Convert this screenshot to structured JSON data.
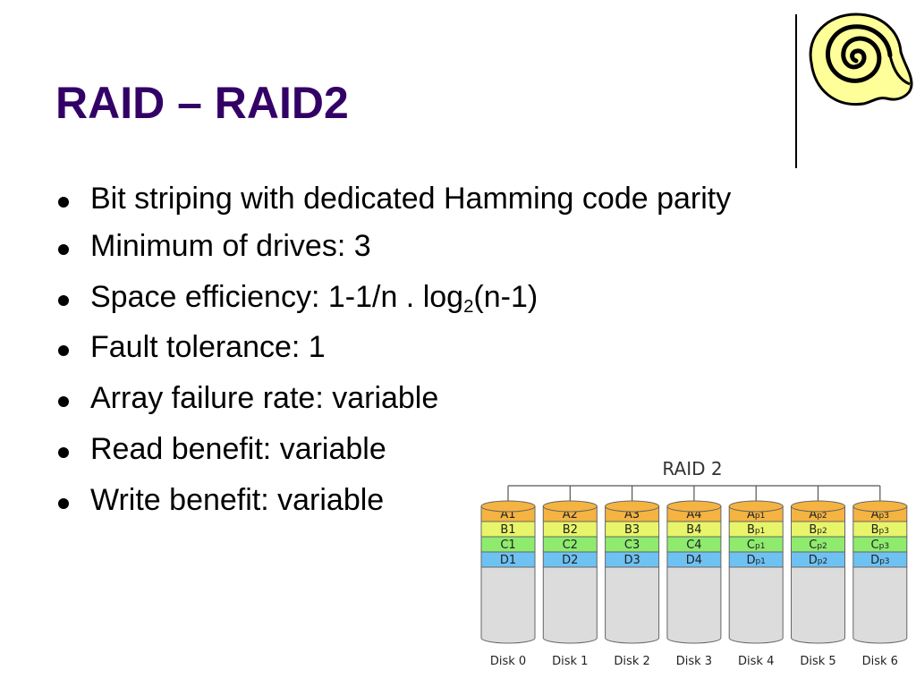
{
  "slide": {
    "title": "RAID – RAID2",
    "bullets": [
      {
        "text": "Bit striping with dedicated Hamming code parity"
      },
      {
        "text": "Minimum of drives: 3"
      },
      {
        "pre": "Space efficiency: 1-1/n . log",
        "sub": "2",
        "post": "(n-1)"
      },
      {
        "text": "Fault tolerance: 1"
      },
      {
        "text": "Array failure rate: variable"
      },
      {
        "text": "Read benefit: variable"
      },
      {
        "text": "Write benefit: variable"
      }
    ]
  },
  "logo": {
    "icon": "spiral-shell-icon",
    "fill": "#FFFF99",
    "stroke": "#000000"
  },
  "diagram": {
    "title": "RAID 2",
    "colors": {
      "A": "#F5B341",
      "B": "#E8F56A",
      "C": "#8EEB6E",
      "D": "#6EC2F2",
      "body": "#DCDCDC",
      "top": "#F5B341"
    },
    "disks": [
      {
        "label": "Disk 0",
        "blocks": [
          {
            "main": "A1"
          },
          {
            "main": "B1"
          },
          {
            "main": "C1"
          },
          {
            "main": "D1"
          }
        ]
      },
      {
        "label": "Disk 1",
        "blocks": [
          {
            "main": "A2"
          },
          {
            "main": "B2"
          },
          {
            "main": "C2"
          },
          {
            "main": "D2"
          }
        ]
      },
      {
        "label": "Disk 2",
        "blocks": [
          {
            "main": "A3"
          },
          {
            "main": "B3"
          },
          {
            "main": "C3"
          },
          {
            "main": "D3"
          }
        ]
      },
      {
        "label": "Disk 3",
        "blocks": [
          {
            "main": "A4"
          },
          {
            "main": "B4"
          },
          {
            "main": "C4"
          },
          {
            "main": "D4"
          }
        ]
      },
      {
        "label": "Disk 4",
        "blocks": [
          {
            "main": "A",
            "sub": "p1"
          },
          {
            "main": "B",
            "sub": "p1"
          },
          {
            "main": "C",
            "sub": "p1"
          },
          {
            "main": "D",
            "sub": "p1"
          }
        ]
      },
      {
        "label": "Disk 5",
        "blocks": [
          {
            "main": "A",
            "sub": "p2"
          },
          {
            "main": "B",
            "sub": "p2"
          },
          {
            "main": "C",
            "sub": "p2"
          },
          {
            "main": "D",
            "sub": "p2"
          }
        ]
      },
      {
        "label": "Disk 6",
        "blocks": [
          {
            "main": "A",
            "sub": "p3"
          },
          {
            "main": "B",
            "sub": "p3"
          },
          {
            "main": "C",
            "sub": "p3"
          },
          {
            "main": "D",
            "sub": "p3"
          }
        ]
      }
    ]
  }
}
